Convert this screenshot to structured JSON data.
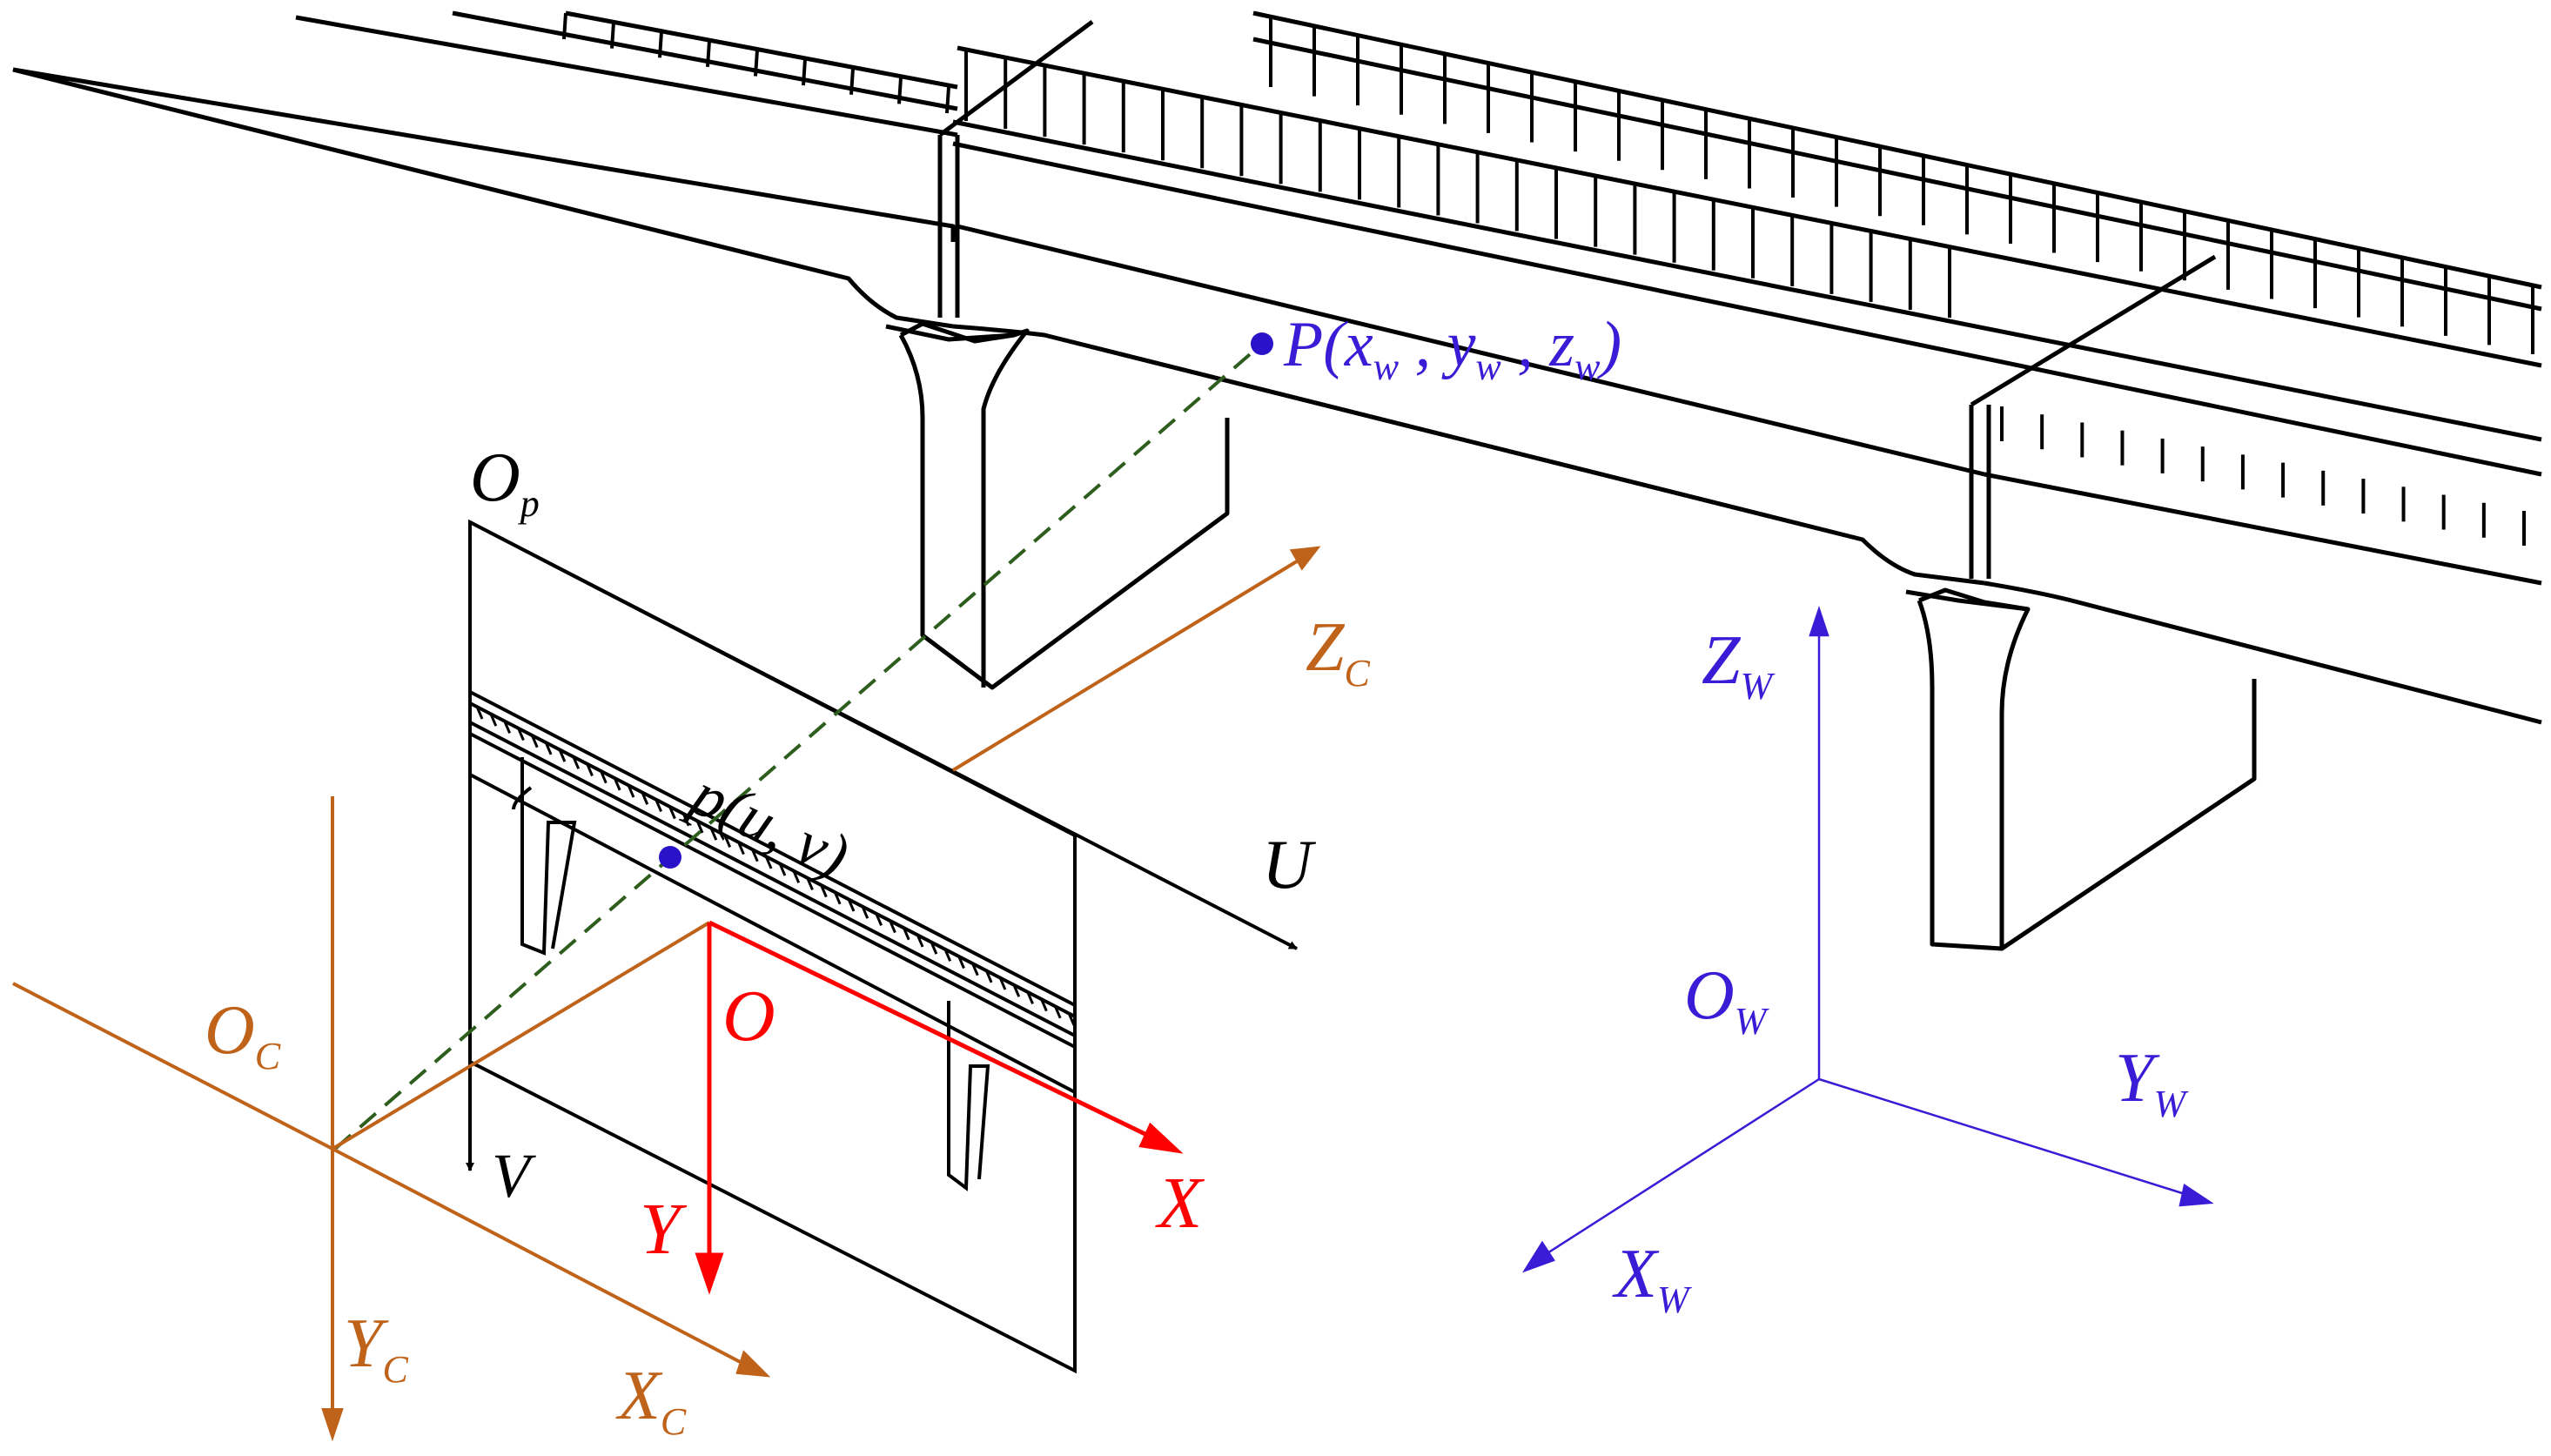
{
  "colors": {
    "structure": "#000000",
    "camera": "#C0631A",
    "image": "#FF0000",
    "world": "#3A1BD6",
    "ray": "#2E5E1E",
    "point": "#2A12C8"
  },
  "labels": {
    "world_point": {
      "main": "P(x",
      "w1": "w",
      "sep1": " , y",
      "w2": "w",
      "sep2": " , z",
      "w3": "w",
      "close": ")"
    },
    "pixel_origin": {
      "main": "O",
      "sub": "p"
    },
    "pixel_point": "p(u, v)",
    "pixel_u": "U",
    "pixel_v": "V",
    "camera_origin": {
      "main": "O",
      "sub": "C"
    },
    "camera_z": {
      "main": "Z",
      "sub": "C"
    },
    "camera_x": {
      "main": "X",
      "sub": "C"
    },
    "camera_y": {
      "main": "Y",
      "sub": "C"
    },
    "image_origin": "O",
    "image_x": "X",
    "image_y": "Y",
    "world_origin": {
      "main": "O",
      "sub": "W"
    },
    "world_x": {
      "main": "X",
      "sub": "W"
    },
    "world_y": {
      "main": "Y",
      "sub": "W"
    },
    "world_z": {
      "main": "Z",
      "sub": "W"
    }
  }
}
